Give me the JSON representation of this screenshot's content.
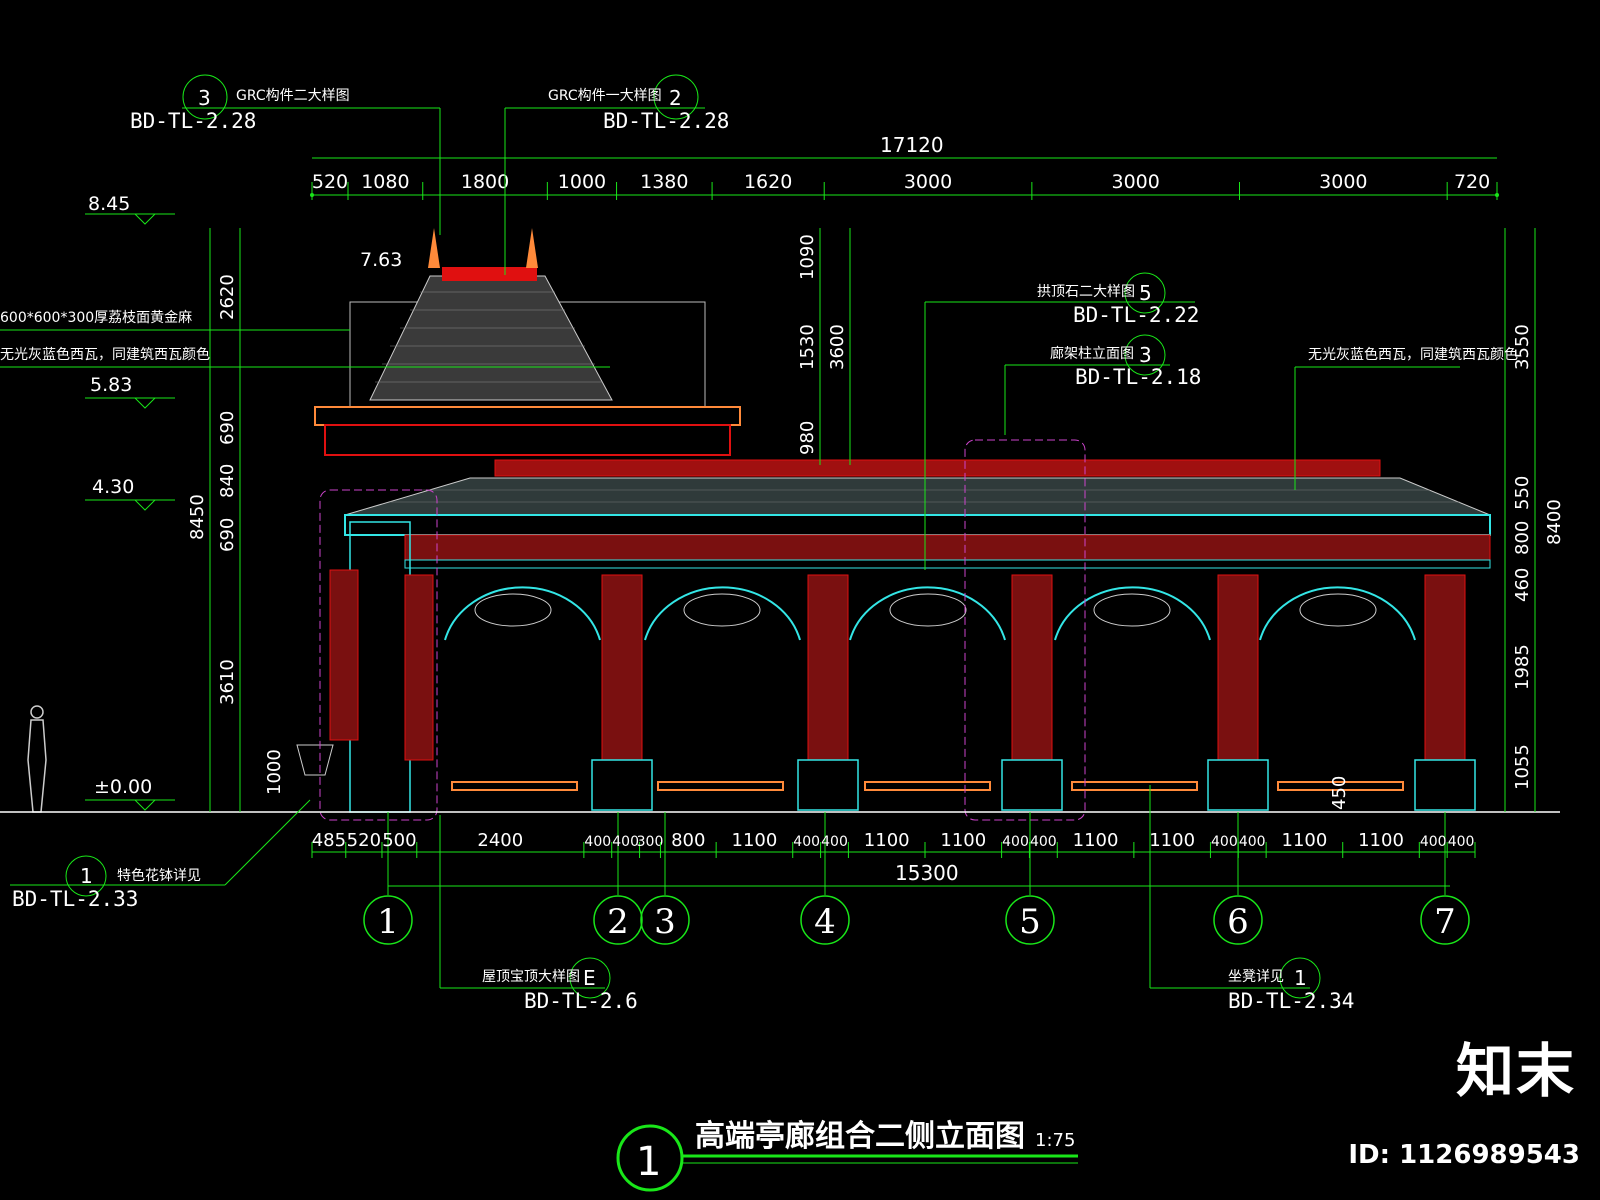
{
  "title": {
    "text": "高端亭廊组合二侧立面图",
    "scale": "1:75",
    "number": "1"
  },
  "overall": {
    "top": "17120",
    "bottom": "15300"
  },
  "top_dims": [
    "520",
    "1080",
    "1800",
    "1000",
    "1380",
    "1620",
    "3000",
    "3000",
    "3000",
    "720"
  ],
  "bottom_dims": [
    "485",
    "520",
    "500",
    "2400",
    "400",
    "400",
    "300",
    "800",
    "1100",
    "400",
    "400",
    "1100",
    "1100",
    "400",
    "400",
    "1100",
    "1100",
    "400",
    "400",
    "1100",
    "1100",
    "400",
    "400"
  ],
  "left_dims": [
    "2620",
    "690",
    "840",
    "690",
    "3610",
    "1000",
    "8450"
  ],
  "elev_labels": [
    "8.45",
    "7.63",
    "5.83",
    "4.30",
    "±0.00"
  ],
  "mid_dims": [
    "1090",
    "1530",
    "3600",
    "980"
  ],
  "right_dims": [
    "3550",
    "550",
    "800",
    "460",
    "1985",
    "1055",
    "8400",
    "450"
  ],
  "axes": [
    "1",
    "2",
    "3",
    "4",
    "5",
    "6",
    "7"
  ],
  "callouts": [
    {
      "num": "3",
      "desc": "GRC构件二大样图",
      "ref": "BD-TL-2.28"
    },
    {
      "num": "2",
      "desc": "GRC构件一大样图",
      "ref": "BD-TL-2.28"
    },
    {
      "num": "5",
      "desc": "拱顶石二大样图",
      "ref": "BD-TL-2.22"
    },
    {
      "num": "3",
      "desc": "廊架柱立面图",
      "ref": "BD-TL-2.18"
    },
    {
      "num": "1",
      "desc": "特色花钵详见",
      "ref": "BD-TL-2.33"
    },
    {
      "num": "E",
      "desc": "屋顶宝顶大样图",
      "ref": "BD-TL-2.6"
    },
    {
      "num": "1",
      "desc": "坐凳详见",
      "ref": "BD-TL-2.34"
    }
  ],
  "notes": [
    "600*600*300厚荔枝面黄金麻",
    "无光灰蓝色西瓦，同建筑西瓦颜色",
    "无光灰蓝色西瓦，同建筑西瓦颜色"
  ],
  "brand": "知末",
  "image_id": "ID: 1126989543",
  "colors": {
    "dim": "#19e619",
    "text": "#ffffff",
    "red": "#e01010",
    "cyan": "#33e6e6",
    "orange": "#ff8a3a",
    "magenta": "#cc44cc"
  }
}
